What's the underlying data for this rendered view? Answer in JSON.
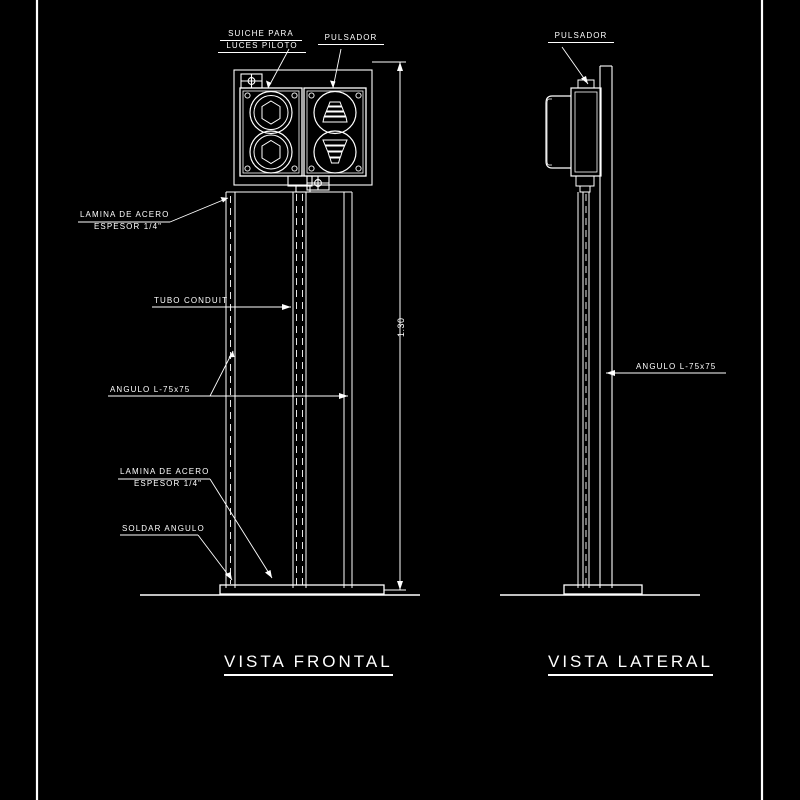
{
  "drawing": {
    "background_color": "#000000",
    "line_color": "#ffffff",
    "border_color": "#ffffff"
  },
  "annotations": {
    "suiche_line1": "SUICHE PARA",
    "suiche_line2": "LUCES PILOTO",
    "pulsador_front": "PULSADOR",
    "pulsador_side": "PULSADOR",
    "lamina_top_line1": "LAMINA DE ACERO",
    "lamina_top_line2": "ESPESOR 1/4\"",
    "tubo_conduit": "TUBO CONDUIT",
    "angulo_front": "ANGULO L-75x75",
    "lamina_bottom_line1": "LAMINA DE ACERO",
    "lamina_bottom_line2": "ESPESOR 1/4\"",
    "soldar_angulo": "SOLDAR ANGULO",
    "angulo_side": "ANGULO L-75x75"
  },
  "dimensions": {
    "height_overall": "1.30"
  },
  "view_titles": {
    "front": "VISTA FRONTAL",
    "side": "VISTA LATERAL"
  }
}
